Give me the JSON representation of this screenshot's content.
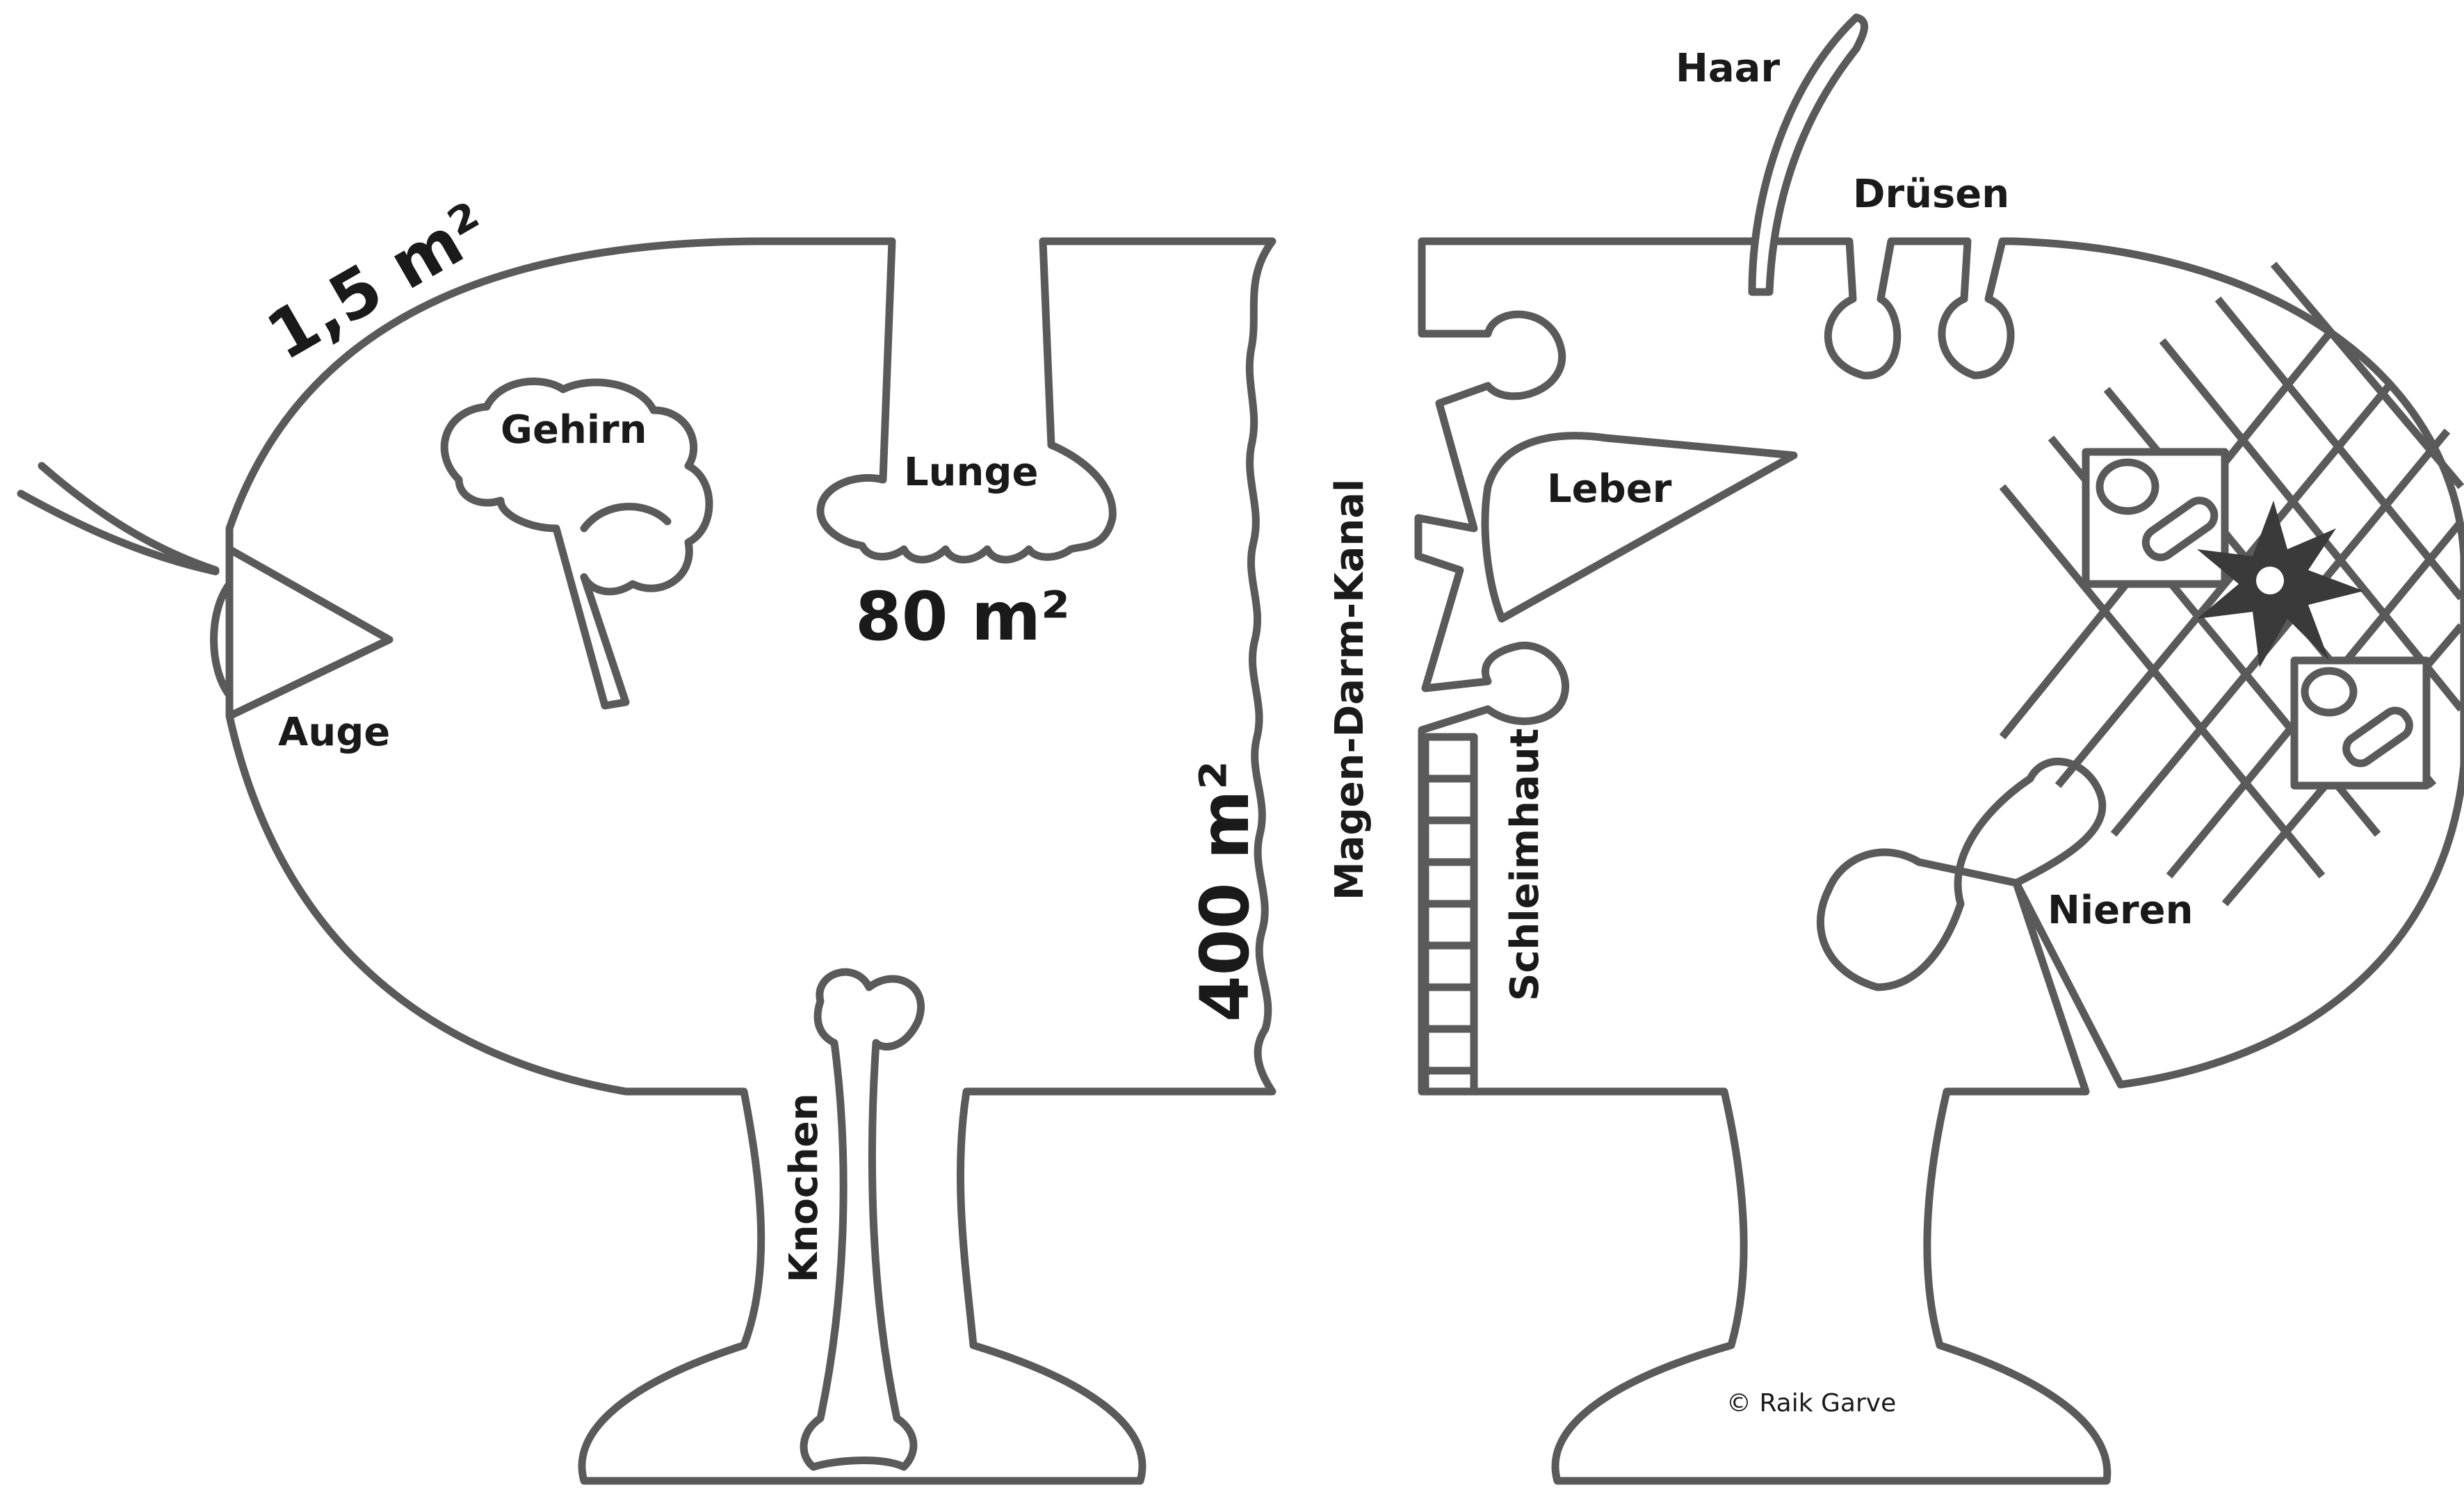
{
  "labels": {
    "skin_area": "1,5 m²",
    "eye": "Auge",
    "brain": "Gehirn",
    "lung": "Lunge",
    "lung_area": "80 m²",
    "gut_area": "400 m²",
    "gut": "Magen-Darm-Kanal",
    "bone": "Knochen",
    "hair": "Haar",
    "glands": "Drüsen",
    "liver": "Leber",
    "mucosa": "Schleimhaut",
    "kidneys": "Nieren",
    "copyright": "© Raik Garve"
  },
  "colors": {
    "stroke": "#5a5a5a",
    "text": "#1a1a1a",
    "background": "#ffffff"
  }
}
